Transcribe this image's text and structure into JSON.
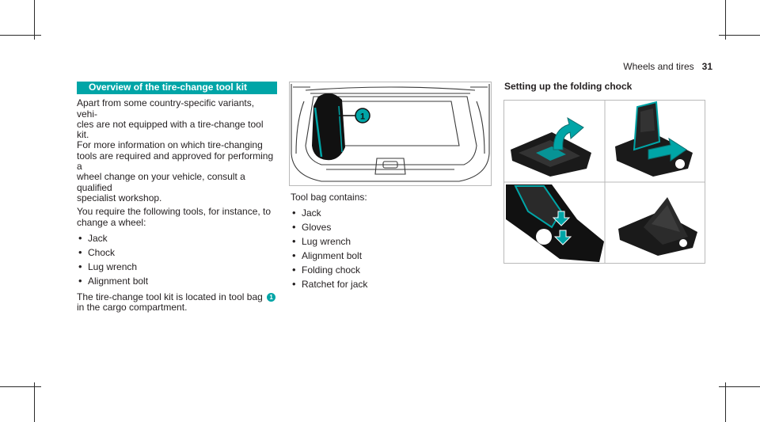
{
  "header": {
    "section": "Wheels and tires",
    "page_number": "31"
  },
  "left": {
    "title": "Overview of the tire-change tool kit",
    "para1_lines": [
      "Apart from some country-specific variants, vehi-",
      "cles are not equipped with a tire-change tool kit.",
      "For more information on which tire-changing",
      "tools are required and approved for performing a",
      "wheel change on your vehicle, consult a qualified",
      "specialist workshop."
    ],
    "para2_lines": [
      "You require the following tools, for instance, to",
      "change a wheel:"
    ],
    "tools": [
      "Jack",
      "Chock",
      "Lug wrench",
      "Alignment bolt"
    ],
    "para3_line1": "The tire-change tool kit is located in tool bag",
    "para3_callout": "1",
    "para3_line2": "in the cargo compartment."
  },
  "middle": {
    "figure_callout": "1",
    "bag_label": "Tool bag contains:",
    "bag_items": [
      "Jack",
      "Gloves",
      "Lug wrench",
      "Alignment bolt",
      "Folding chock",
      "Ratchet for jack"
    ]
  },
  "right": {
    "title": "Setting up the folding chock"
  },
  "colors": {
    "accent": "#00a5a7",
    "text": "#231f20",
    "figure_border": "#b9b9b9"
  }
}
